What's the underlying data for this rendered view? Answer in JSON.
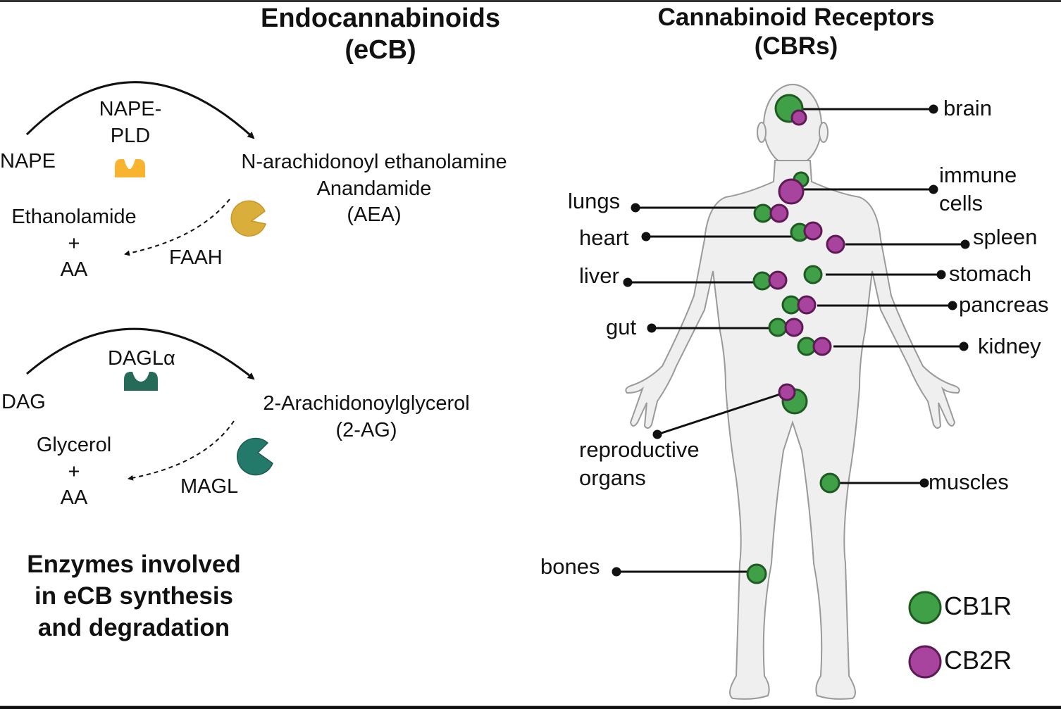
{
  "titles": {
    "left_line1": "Endocannabinoids",
    "left_line2": "(eCB)",
    "right_line1": "Cannabinoid Receptors",
    "right_line2": "(CBRs)"
  },
  "pathway_aea": {
    "substrate": "NAPE",
    "synthesis_enzyme_line1": "NAPE-",
    "synthesis_enzyme_line2": "PLD",
    "product_line1": "N-arachidonoyl ethanolamine",
    "product_line2": "Anandamide",
    "product_line3": "(AEA)",
    "degradation_enzyme": "FAAH",
    "breakdown_line1": "Ethanolamide",
    "breakdown_plus": "+",
    "breakdown_line2": "AA",
    "synthesis_enzyme_color": "#F8B42E",
    "degradation_enzyme_color": "#D9AE3A"
  },
  "pathway_2ag": {
    "substrate": "DAG",
    "synthesis_enzyme": "DAGLα",
    "product_line1": "2-Arachidonoylglycerol",
    "product_line2": "(2-AG)",
    "degradation_enzyme": "MAGL",
    "breakdown_line1": "Glycerol",
    "breakdown_plus": "+",
    "breakdown_line2": "AA",
    "synthesis_enzyme_color": "#256B58",
    "degradation_enzyme_color": "#247A6A"
  },
  "footer_heading": {
    "line1": "Enzymes involved",
    "line2": "in eCB synthesis",
    "line3": "and degradation"
  },
  "organs": [
    {
      "name": "brain",
      "receptors": [
        "CB1R",
        "CB2R"
      ]
    },
    {
      "name": "immune cells",
      "line1": "immune",
      "line2": "cells",
      "receptors": [
        "CB1R",
        "CB2R"
      ]
    },
    {
      "name": "lungs",
      "receptors": [
        "CB1R",
        "CB2R"
      ]
    },
    {
      "name": "heart",
      "receptors": [
        "CB1R",
        "CB2R"
      ]
    },
    {
      "name": "spleen",
      "receptors": [
        "CB2R"
      ]
    },
    {
      "name": "liver",
      "receptors": [
        "CB1R",
        "CB2R"
      ]
    },
    {
      "name": "stomach",
      "receptors": [
        "CB1R"
      ]
    },
    {
      "name": "pancreas",
      "receptors": [
        "CB1R",
        "CB2R"
      ]
    },
    {
      "name": "gut",
      "receptors": [
        "CB1R",
        "CB2R"
      ]
    },
    {
      "name": "kidney",
      "receptors": [
        "CB1R",
        "CB2R"
      ]
    },
    {
      "name": "reproductive organs",
      "line1": "reproductive",
      "line2": "organs",
      "receptors": [
        "CB1R",
        "CB2R"
      ]
    },
    {
      "name": "muscles",
      "receptors": [
        "CB1R"
      ]
    },
    {
      "name": "bones",
      "receptors": [
        "CB1R"
      ]
    }
  ],
  "legend": [
    {
      "label": "CB1R",
      "color": "#3FA047"
    },
    {
      "label": "CB2R",
      "color": "#A8439E"
    }
  ]
}
